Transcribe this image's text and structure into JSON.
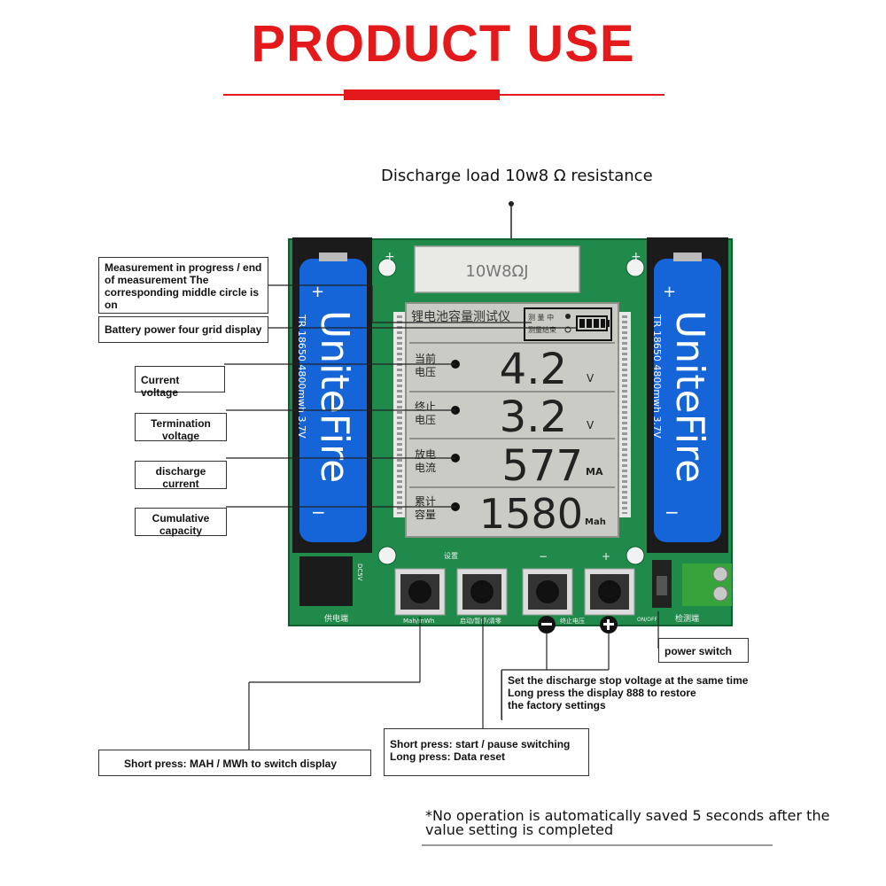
{
  "title": "PRODUCT USE",
  "resistor_caption": "Discharge load 10w8 Ω resistance",
  "resistor_marking": "10W8ΩJ",
  "battery_text": {
    "brand": "UniteFire",
    "spec": "TR 18650 4800mwh 3.7V",
    "plus": "+",
    "minus": "−"
  },
  "lcd": {
    "header": "锂电池容量测试仪",
    "status_top": "测 量 中",
    "status_bottom": "测量结束",
    "rows": [
      {
        "label_line1": "当前",
        "label_line2": "电压",
        "value": "4.2",
        "unit": "V"
      },
      {
        "label_line1": "终止",
        "label_line2": "电压",
        "value": "3.2",
        "unit": "V"
      },
      {
        "label_line1": "放电",
        "label_line2": "电流",
        "value": "577",
        "unit": "MA"
      },
      {
        "label_line1": "累计",
        "label_line2": "容量",
        "value": "1580",
        "unit": "Mah"
      }
    ]
  },
  "board_labels": {
    "set": "设置",
    "minus": "−",
    "plus": "+",
    "supply": "供电端",
    "mah_mwh": "Mah/mWh",
    "start_pause": "启动/暂停/清零",
    "stop_voltage": "终止电压",
    "on_off": "ON/OFF",
    "detect": "检测端",
    "dc": "DC5V"
  },
  "callouts": {
    "measurement": "Measurement in progress / end of measurement The corresponding middle circle is on",
    "battery_grid": "Battery power four grid display",
    "current_voltage": "Current voltage",
    "termination_voltage": "Termination voltage",
    "discharge_current": "discharge current",
    "cumulative_capacity": "Cumulative capacity",
    "power_switch": "power switch",
    "stop_voltage_line1": "Set the discharge stop voltage at the same time",
    "stop_voltage_line2": "Long press the display 888 to restore",
    "stop_voltage_line3": "the factory settings",
    "start_pause_line1": "Short press: start / pause switching",
    "start_pause_line2": "Long press: Data reset",
    "mah_switch": "Short press: MAH / MWh to switch display"
  },
  "footnote": "*No operation is automatically saved 5 seconds after the value setting is completed",
  "colors": {
    "accent_red": "#e3191b",
    "pcb_green": "#1f8a4a",
    "battery_blue": "#1565d8",
    "lcd_bg": "#c9cbc4"
  }
}
